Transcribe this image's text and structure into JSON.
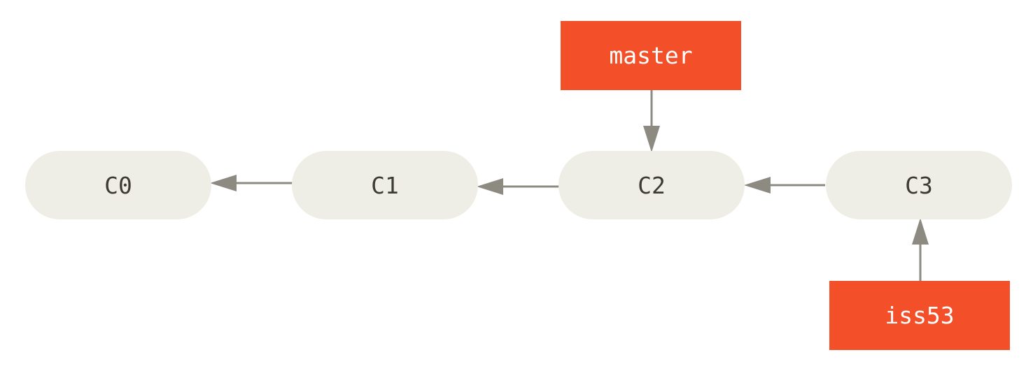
{
  "commits": [
    {
      "id": "c0",
      "label": "C0"
    },
    {
      "id": "c1",
      "label": "C1"
    },
    {
      "id": "c2",
      "label": "C2"
    },
    {
      "id": "c3",
      "label": "C3"
    }
  ],
  "branches": [
    {
      "id": "master",
      "label": "master",
      "points_to": "C2"
    },
    {
      "id": "iss53",
      "label": "iss53",
      "points_to": "C3"
    }
  ],
  "parent_links": [
    {
      "from": "C1",
      "to": "C0"
    },
    {
      "from": "C2",
      "to": "C1"
    },
    {
      "from": "C3",
      "to": "C2"
    }
  ],
  "colors": {
    "commit_fill": "#efeee6",
    "commit_text": "#3e3b36",
    "branch_fill": "#f34f29",
    "branch_text": "#ffffff",
    "arrow": "#8d8a82"
  }
}
